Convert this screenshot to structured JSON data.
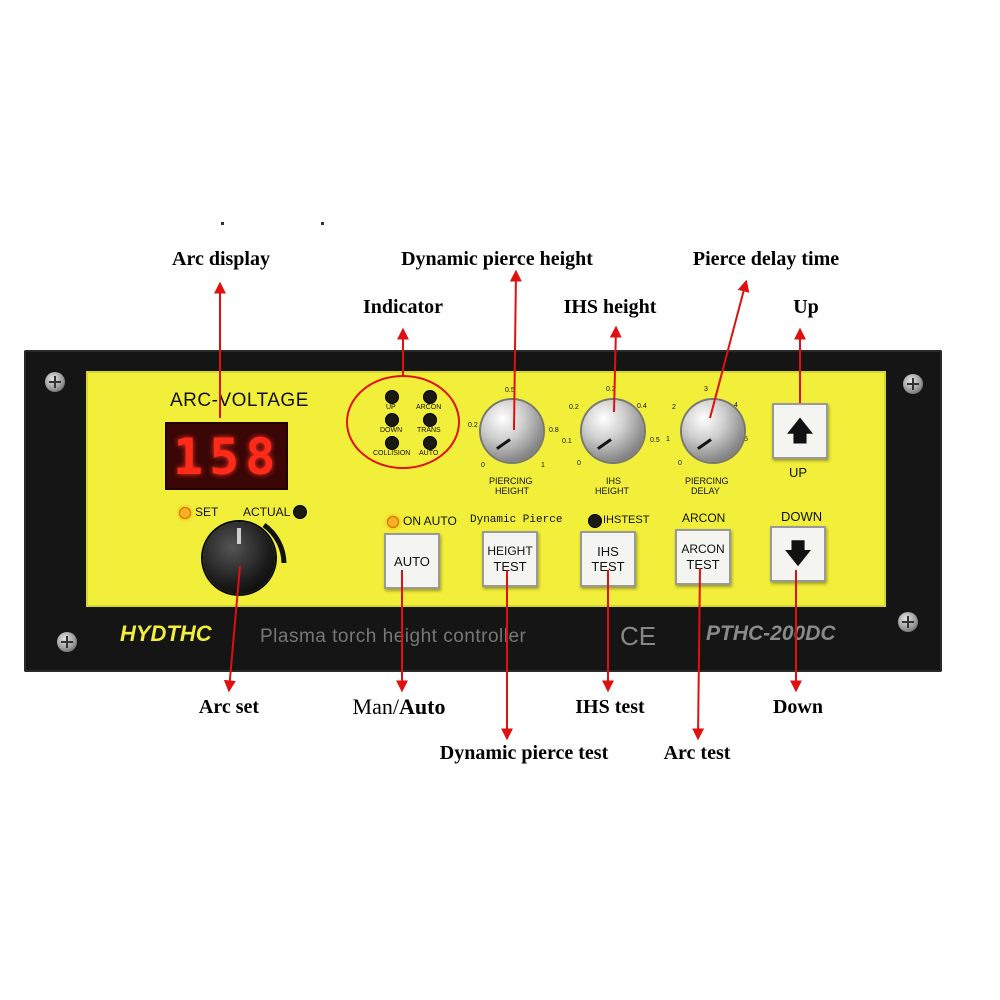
{
  "callouts": {
    "arc_display": "Arc display",
    "dynamic_pierce_height": "Dynamic pierce height",
    "pierce_delay_time": "Pierce delay time",
    "indicator": "Indicator",
    "ihs_height": "IHS height",
    "up": "Up",
    "arc_set": "Arc set",
    "man_auto_a": "Man/",
    "man_auto_b": "Auto",
    "ihs_test": "IHS test",
    "down": "Down",
    "dynamic_pierce_test": "Dynamic pierce test",
    "arc_test": "Arc test"
  },
  "panel": {
    "arc_voltage_title": "ARC-VOLTAGE",
    "display_value": "158",
    "set_label": "SET",
    "actual_label": "ACTUAL",
    "indicators": {
      "up": "UP",
      "down": "DOWN",
      "collision": "COLLISION",
      "arcon": "ARCON",
      "trans": "TRANS",
      "auto": "AUTO"
    },
    "knob1": {
      "line1": "PIERCING",
      "line2": "HEIGHT",
      "scale": [
        "0",
        "0.2",
        "0.5",
        "0.8",
        "1"
      ]
    },
    "knob2": {
      "line1": "IHS",
      "line2": "HEIGHT",
      "scale": [
        "0",
        "0.1",
        "0.2",
        "0.3",
        "0.4",
        "0.5"
      ]
    },
    "knob3": {
      "line1": "PIERCING",
      "line2": "DELAY",
      "scale": [
        "0",
        "1",
        "2",
        "3",
        "4",
        "5"
      ]
    },
    "on_auto_label": "ON AUTO",
    "dynamic_pierce_label": "Dynamic Pierce",
    "ihstest_label": "IHSTEST",
    "arcon_label": "ARCON",
    "up_label": "UP",
    "down_label": "DOWN",
    "buttons": {
      "auto": "AUTO",
      "height_test_1": "HEIGHT",
      "height_test_2": "TEST",
      "ihs_test_1": "IHS",
      "ihs_test_2": "TEST",
      "arcon_test_1": "ARCON",
      "arcon_test_2": "TEST",
      "up_arrow": "🡅",
      "down_arrow": "🡇"
    },
    "brand": "HYDTHC",
    "subtitle": "Plasma torch height controller",
    "ce": "CE",
    "model": "PTHC-200DC"
  },
  "colors": {
    "panel_yellow": "#f2ef3a",
    "bezel": "#151515",
    "arrow_red": "#e01010",
    "display_red": "#ff2a1a"
  }
}
